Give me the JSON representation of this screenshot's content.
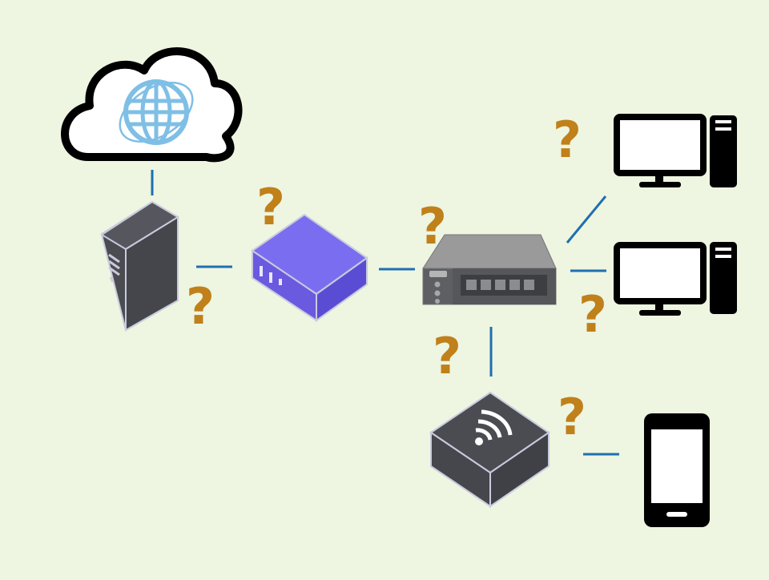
{
  "diagram": {
    "nodes": [
      {
        "id": "internet",
        "icon": "cloud-globe-icon"
      },
      {
        "id": "server",
        "icon": "server-tower-icon"
      },
      {
        "id": "router",
        "icon": "router-box-icon"
      },
      {
        "id": "switch",
        "icon": "network-switch-icon"
      },
      {
        "id": "access-point",
        "icon": "wifi-access-point-icon"
      },
      {
        "id": "pc-1",
        "icon": "desktop-computer-icon"
      },
      {
        "id": "pc-2",
        "icon": "desktop-computer-icon"
      },
      {
        "id": "smartphone",
        "icon": "smartphone-icon"
      }
    ],
    "links": [
      {
        "from": "internet",
        "to": "server"
      },
      {
        "from": "server",
        "to": "router"
      },
      {
        "from": "router",
        "to": "switch"
      },
      {
        "from": "switch",
        "to": "pc-1"
      },
      {
        "from": "switch",
        "to": "pc-2"
      },
      {
        "from": "switch",
        "to": "access-point"
      },
      {
        "from": "access-point",
        "to": "smartphone"
      }
    ],
    "question_mark": "?",
    "colors": {
      "background": "#eef5e1",
      "link": "#1f6fb0",
      "question": "#c0801a",
      "router": "#6a5ae0",
      "device_dark": "#4b4c52",
      "globe": "#7fbfe6"
    }
  }
}
